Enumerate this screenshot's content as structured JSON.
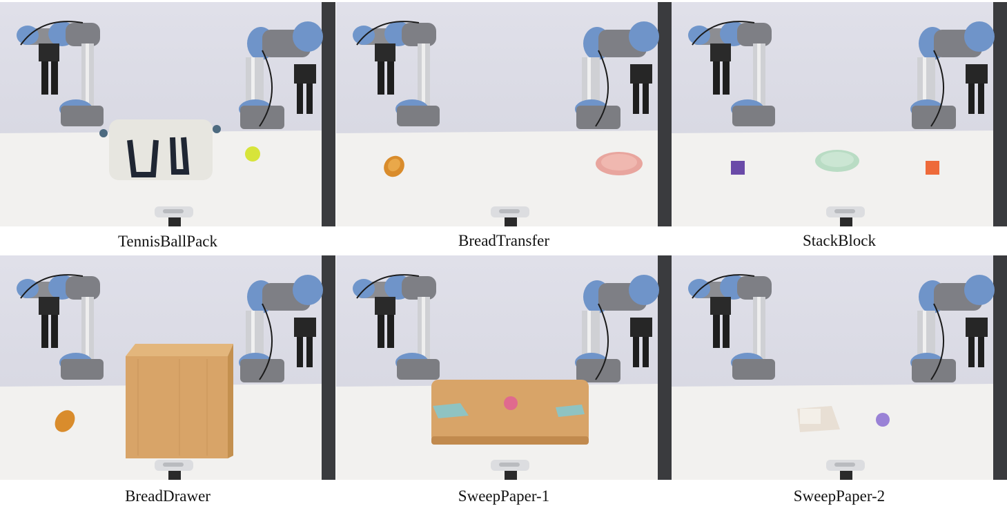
{
  "panels": [
    {
      "caption": "TennisBallPack",
      "scene": "tennis-ball-pack"
    },
    {
      "caption": "BreadTransfer",
      "scene": "bread-transfer"
    },
    {
      "caption": "StackBlock",
      "scene": "stack-block"
    },
    {
      "caption": "BreadDrawer",
      "scene": "bread-drawer"
    },
    {
      "caption": "SweepPaper-1",
      "scene": "sweep-paper-1"
    },
    {
      "caption": "SweepPaper-2",
      "scene": "sweep-paper-2"
    }
  ],
  "colors": {
    "wall": "#d9d9e3",
    "table": "#f2f1ef",
    "robot-joint": "#6f94c9",
    "robot-body": "#8c8c90",
    "plate-pink": "#e8a59e",
    "plate-green": "#b9dcc4",
    "block-purple": "#6a4aa8",
    "block-orange": "#ee6a3a",
    "wood": "#d8a468"
  }
}
